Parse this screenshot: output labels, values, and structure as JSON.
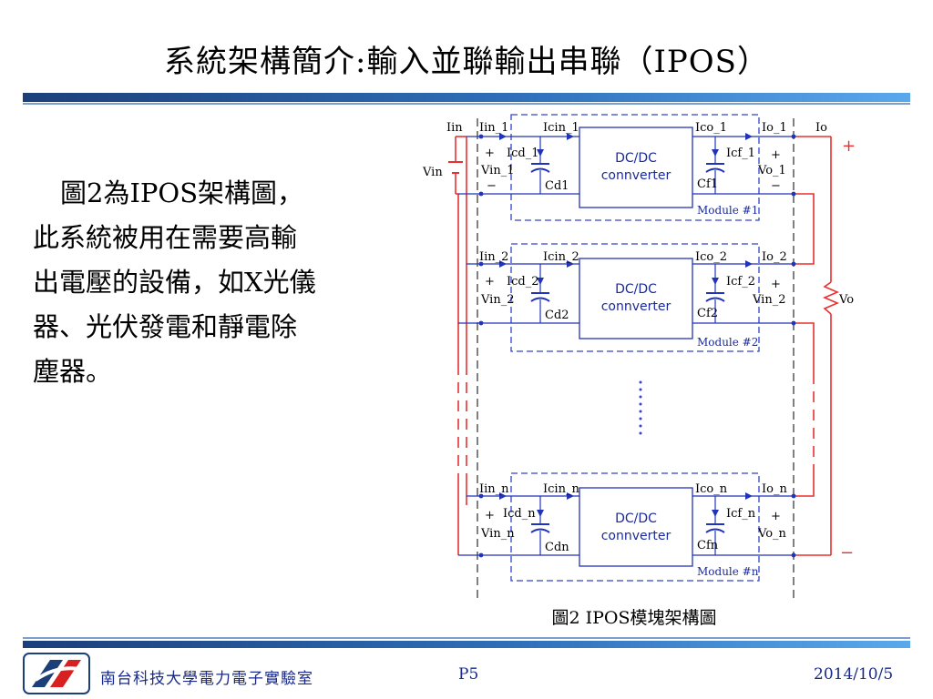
{
  "slide": {
    "title": "系統架構簡介:輸入並聯輸出串聯（IPOS）",
    "body_lines": [
      "圖2為IPOS架構圖，",
      "此系統被用在需要高輸",
      "出電壓的設備，如X光儀",
      "器、光伏發電和靜電除",
      "塵器。"
    ],
    "caption": "圖2  IPOS模塊架構圖"
  },
  "diagram": {
    "converter_line1": "DC/DC",
    "converter_line2": "connverter",
    "input_current": "Iin",
    "input_voltage": "Vin",
    "output_current": "Io",
    "output_voltage": "Vo",
    "plus": "+",
    "minus": "−",
    "modules": [
      {
        "module": "Module #1",
        "i_in": "Iin_1",
        "i_cin": "Icin_1",
        "i_cd": "Icd_1",
        "v_in": "Vin_1",
        "c_d": "Cd1",
        "i_co": "Ico_1",
        "i_cf": "Icf_1",
        "c_f": "Cf1",
        "i_o": "Io_1",
        "v_o": "Vo_1"
      },
      {
        "module": "Module #2",
        "i_in": "Iin_2",
        "i_cin": "Icin_2",
        "i_cd": "Icd_2",
        "v_in": "Vin_2",
        "c_d": "Cd2",
        "i_co": "Ico_2",
        "i_cf": "Icf_2",
        "c_f": "Cf2",
        "i_o": "Io_2",
        "v_o": "Vin_2"
      },
      {
        "module": "Module #n",
        "i_in": "Iin_n",
        "i_cin": "Icin_n",
        "i_cd": "Icd_n",
        "v_in": "Vin_n",
        "c_d": "Cdn",
        "i_co": "Ico_n",
        "i_cf": "Icf_n",
        "c_f": "Cfn",
        "i_o": "Io_n",
        "v_o": "Vo_n"
      }
    ],
    "colors": {
      "wire": "#e83030",
      "box": "#2233bb",
      "dash": "#3344cc"
    }
  },
  "footer": {
    "lab": "南台科技大學電力電子實驗室",
    "page": "P5",
    "date": "2014/10/5"
  }
}
